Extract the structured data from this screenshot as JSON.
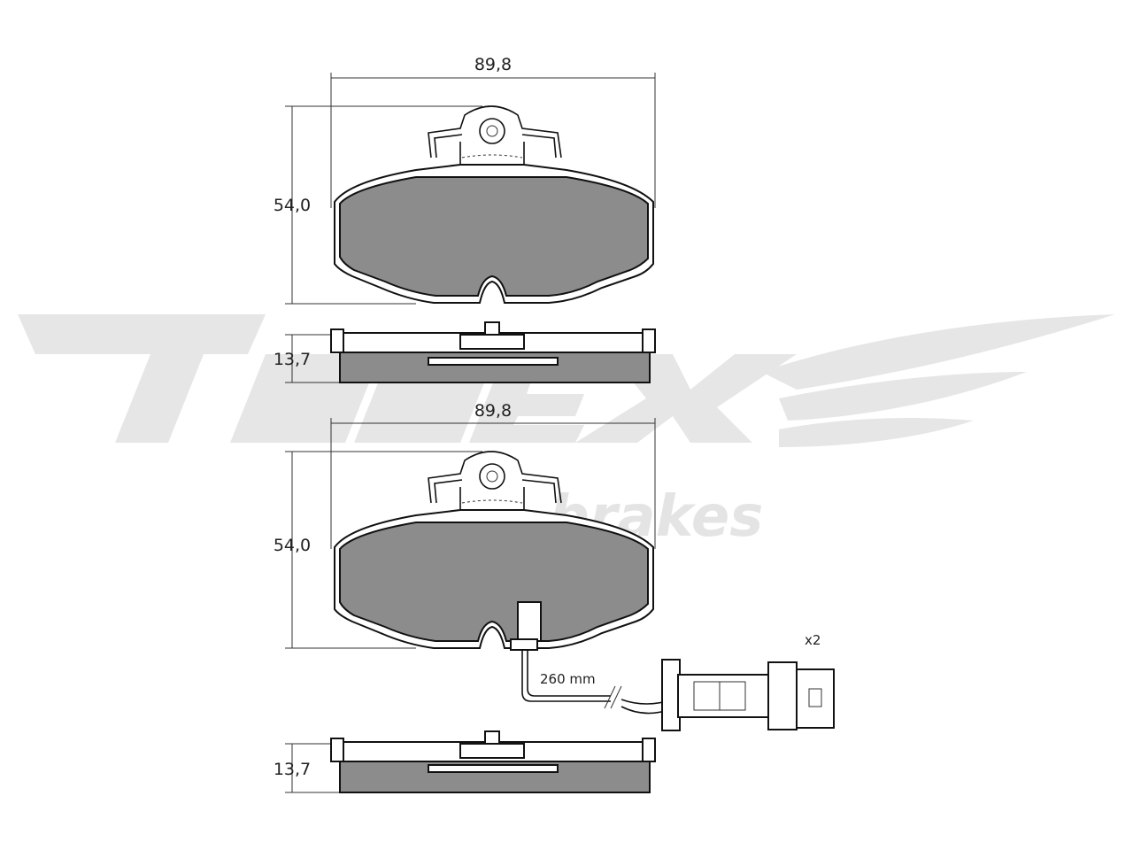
{
  "watermark": {
    "brand": "brakes",
    "color": "#e4e4e4"
  },
  "top_pad": {
    "width_label": "89,8",
    "height_label": "54,0",
    "thickness_label": "13,7"
  },
  "bottom_pad": {
    "width_label": "89,8",
    "height_label": "54,0",
    "thickness_label": "13,7",
    "sensor_length_label": "260 mm",
    "quantity_label": "x2"
  },
  "colors": {
    "pad": "#8c8c8c",
    "outline": "#111111",
    "background": "#ffffff"
  }
}
